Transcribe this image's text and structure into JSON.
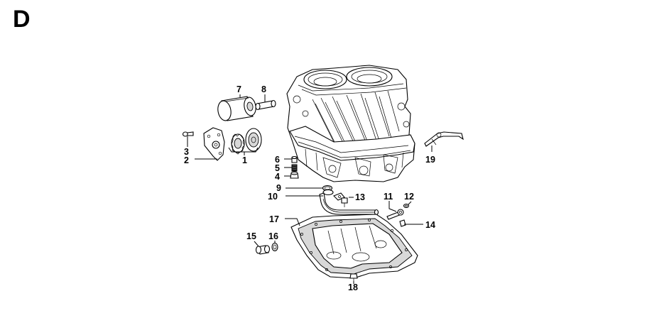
{
  "diagram": {
    "section_letter": "D",
    "parts": [
      {
        "id": "p1",
        "label": "1",
        "name": "oil-pump-rotor-set"
      },
      {
        "id": "p2",
        "label": "2",
        "name": "oil-pump-cover"
      },
      {
        "id": "p3",
        "label": "3",
        "name": "cover-screw"
      },
      {
        "id": "p4",
        "label": "4",
        "name": "relief-valve-plug"
      },
      {
        "id": "p5",
        "label": "5",
        "name": "relief-valve-spring"
      },
      {
        "id": "p6",
        "label": "6",
        "name": "relief-valve-plunger"
      },
      {
        "id": "p7",
        "label": "7",
        "name": "oil-filter-cartridge"
      },
      {
        "id": "p8",
        "label": "8",
        "name": "filter-nipple"
      },
      {
        "id": "p9",
        "label": "9",
        "name": "o-ring"
      },
      {
        "id": "p10",
        "label": "10",
        "name": "oil-suction-pipe"
      },
      {
        "id": "p11",
        "label": "11",
        "name": "oil-return-pipe"
      },
      {
        "id": "p12",
        "label": "12",
        "name": "washer"
      },
      {
        "id": "p13",
        "label": "13",
        "name": "pipe-bolt"
      },
      {
        "id": "p14",
        "label": "14",
        "name": "pipe-bolt-lower"
      },
      {
        "id": "p15",
        "label": "15",
        "name": "drain-plug"
      },
      {
        "id": "p16",
        "label": "16",
        "name": "drain-gasket"
      },
      {
        "id": "p17",
        "label": "17",
        "name": "oil-pan"
      },
      {
        "id": "p18",
        "label": "18",
        "name": "pan-bolt"
      },
      {
        "id": "p19",
        "label": "19",
        "name": "dipstick"
      }
    ]
  }
}
